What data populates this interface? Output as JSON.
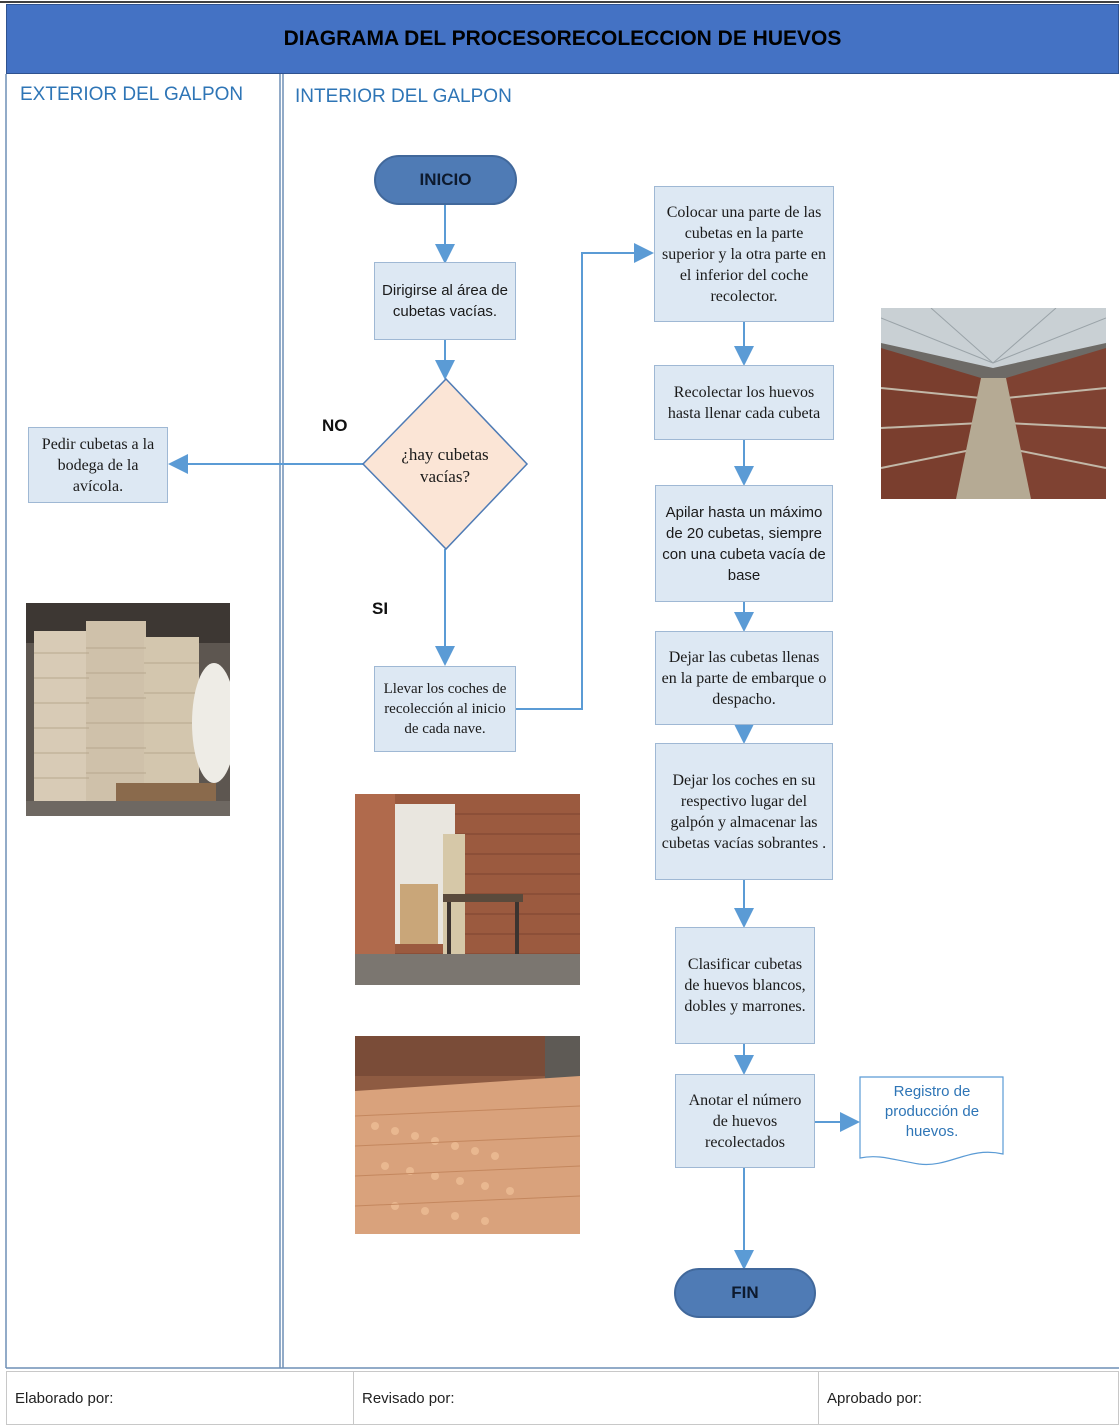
{
  "title": "DIAGRAMA DEL PROCESORECOLECCION DE HUEVOS",
  "lanes": {
    "exterior": "EXTERIOR DEL GALPON",
    "interior": "INTERIOR DEL GALPON"
  },
  "colors": {
    "title_bg": "#4472c4",
    "process_fill": "#dde8f3",
    "terminal_fill": "#4f7bb5",
    "decision_fill": "#fbe5d6",
    "connector": "#5b9bd5",
    "lane_text": "#2e75b6"
  },
  "nodes": {
    "start": "INICIO",
    "go_area": "Dirigirse al área de cubetas vacías.",
    "decision": "¿hay cubetas vacías?",
    "no_label": "NO",
    "si_label": "SI",
    "ask_warehouse": "Pedir cubetas a la bodega de la avícola.",
    "bring_carts": "Llevar los coches de recolección al inicio de cada nave.",
    "place_trays": "Colocar una parte de las cubetas en la parte superior y la otra parte en el inferior del coche recolector.",
    "collect": "Recolectar los huevos hasta llenar cada cubeta",
    "stack": "Apilar hasta un máximo de 20 cubetas, siempre con una cubeta vacía de base",
    "leave_full": "Dejar las cubetas llenas en la parte de embarque o despacho.",
    "store_carts": "Dejar los coches en su respectivo lugar del galpón y almacenar las cubetas vacías sobrantes .",
    "classify": "Clasificar cubetas de huevos blancos, dobles y marrones.",
    "record": "Anotar el número de huevos recolectados",
    "document": "Registro de producción de huevos.",
    "end": "FIN"
  },
  "footer": {
    "elaborado": "Elaborado por:",
    "revisado": "Revisado por:",
    "aprobado": "Aprobado por:"
  }
}
